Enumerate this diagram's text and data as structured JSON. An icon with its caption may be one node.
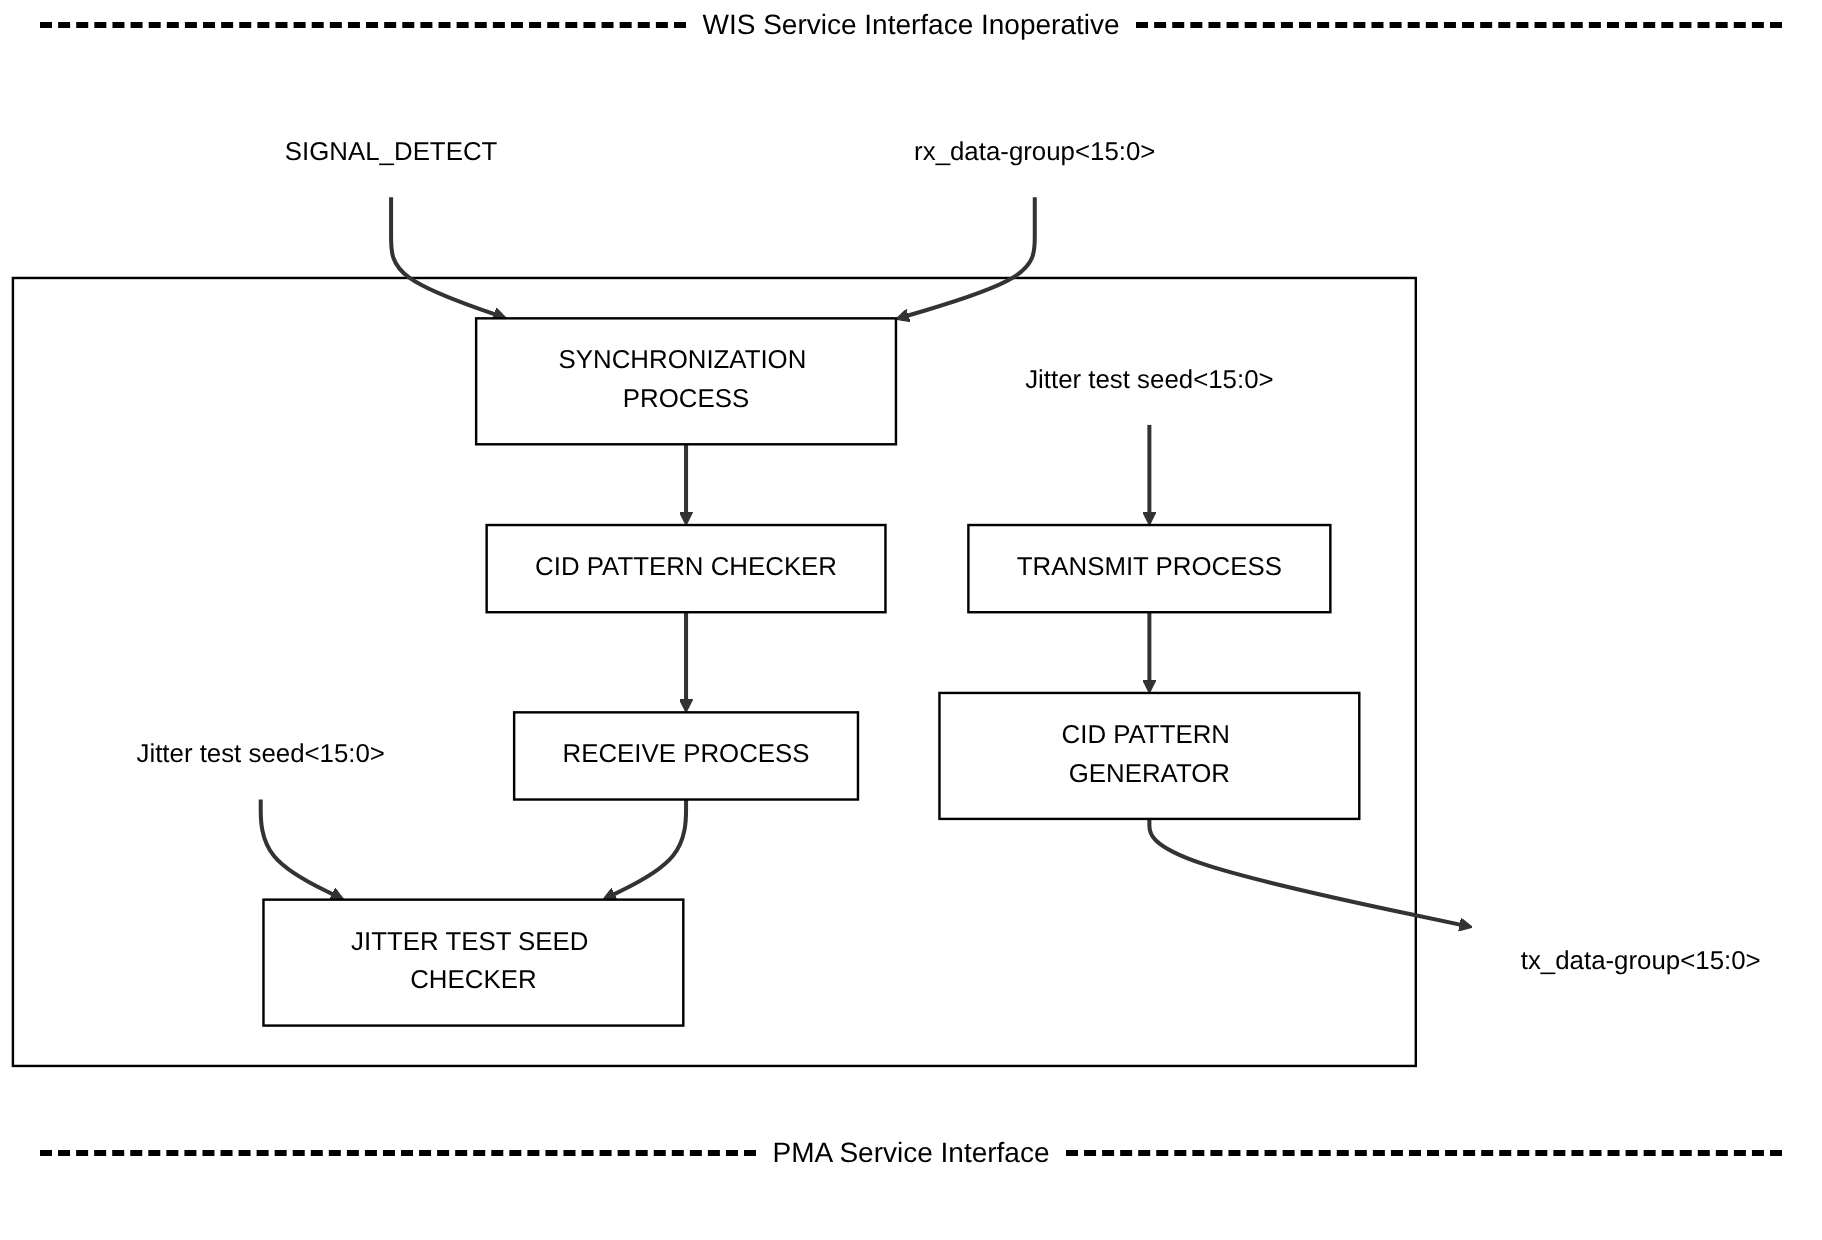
{
  "diagram": {
    "nodes": [
      {
        "text": [],
        "shape": "box"
      },
      {
        "text": [
          "Jitter test seed<15:0>"
        ],
        "in": 0
      },
      {
        "text": [
          "JITTER TEST SEED CHECKER"
        ],
        "in": 0
      },
      {
        "text": [
          "RECEIVE PROCESS"
        ],
        "in": 0
      },
      {
        "text": [
          "Jitter test seed<15:0>"
        ],
        "in": 0
      },
      {
        "text": [
          "TRANSMIT PROCESS"
        ],
        "in": 0
      },
      {
        "text": [
          "CID PATTERN CHECKER"
        ],
        "in": 0
      },
      {
        "text": [
          "CID PATTERN GENERATOR"
        ],
        "in": 0
      },
      {
        "text": [
          "SYNCHRONIZATION PROCESS"
        ],
        "in": 0
      },
      {
        "text": [
          "tx_data-group<15:0>"
        ]
      },
      {
        "text": [
          "SIGNAL_DETECT"
        ]
      },
      {
        "text": [
          "rx_data-group<15:0>"
        ]
      }
    ],
    "edges": [
      {
        "from": 1,
        "to": 2,
        "arrow": "to"
      },
      {
        "from": 3,
        "to": 2,
        "arrow": "to"
      },
      {
        "from": 6,
        "to": 3,
        "arrow": "to"
      },
      {
        "from": 8,
        "to": 6,
        "arrow": "to"
      },
      {
        "from": 4,
        "to": 5,
        "arrow": "to"
      },
      {
        "from": 5,
        "to": 7,
        "arrow": "to"
      },
      {
        "from": 7,
        "to": 9,
        "arrow": "to"
      },
      {
        "from": 10,
        "to": 8,
        "arrow": "to"
      },
      {
        "from": 11,
        "to": 8,
        "arrow": "to"
      }
    ],
    "labels": [
      "WIS Service Interface Inoperative",
      "PMA Service Interface"
    ]
  }
}
